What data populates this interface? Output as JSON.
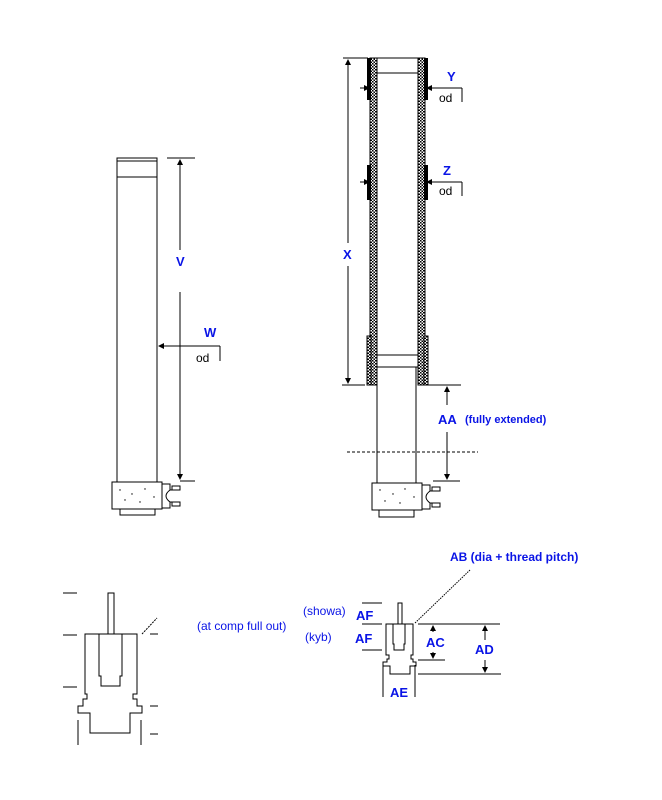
{
  "labels": {
    "v": "V",
    "w": "W",
    "w_od": "od",
    "x": "X",
    "y": "Y",
    "y_od": "od",
    "z": "Z",
    "z_od": "od",
    "aa": "AA",
    "aa_note": "(fully extended)",
    "ab": "AB (dia + thread pitch)",
    "ac": "AC",
    "ad": "AD",
    "ae": "AE",
    "af_showa": "AF",
    "af_kyb": "AF",
    "showa": "(showa)",
    "kyb": "(kyb)",
    "comp_note": "(at comp full out)"
  },
  "colors": {
    "label": "#0a14e6",
    "part_fill": "#e0e0e0"
  }
}
